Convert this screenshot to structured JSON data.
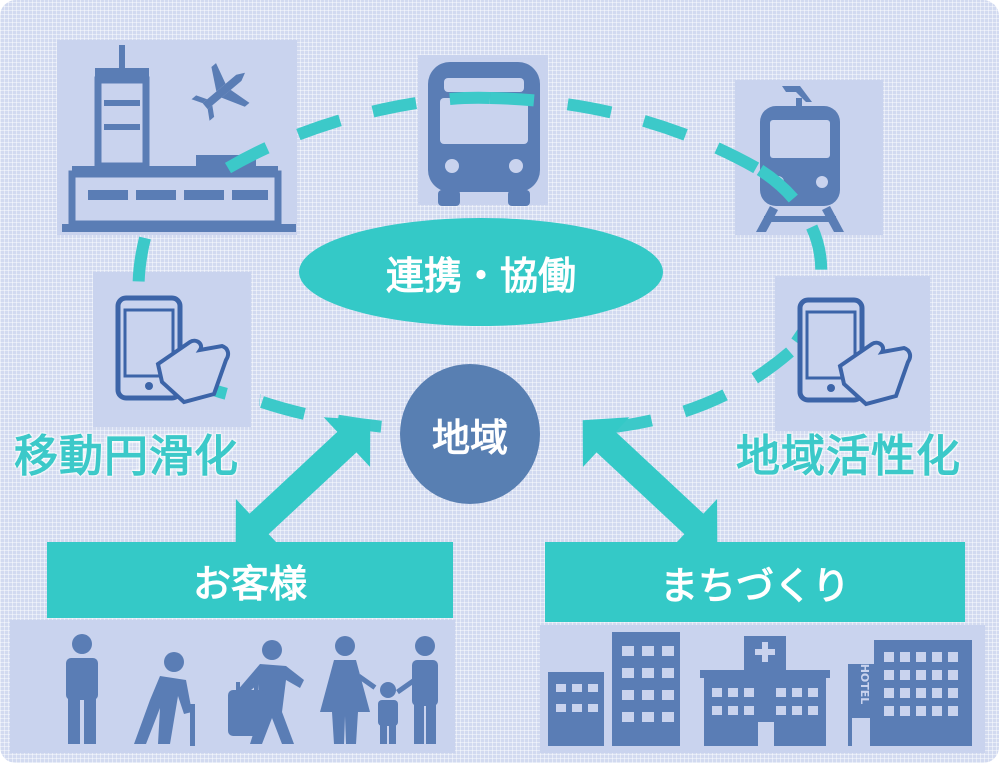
{
  "hub": {
    "label": "連携・協働"
  },
  "center": {
    "label": "地域"
  },
  "left_caption": "移動円滑化",
  "right_caption": "地域活性化",
  "customers": {
    "label": "お客様"
  },
  "town": {
    "label": "まちづくり"
  },
  "colors": {
    "accent": "#34c9c7",
    "icon": "#5a7db5",
    "center_circle": "#587fb2",
    "background": "#d2daf0"
  },
  "icons": [
    "airport-icon",
    "airplane-icon",
    "bus-icon",
    "train-icon",
    "smartphone-touch-icon",
    "people-icon",
    "office-building-icon",
    "hospital-icon",
    "hotel-icon"
  ],
  "hotel_sign": "HOTEL"
}
